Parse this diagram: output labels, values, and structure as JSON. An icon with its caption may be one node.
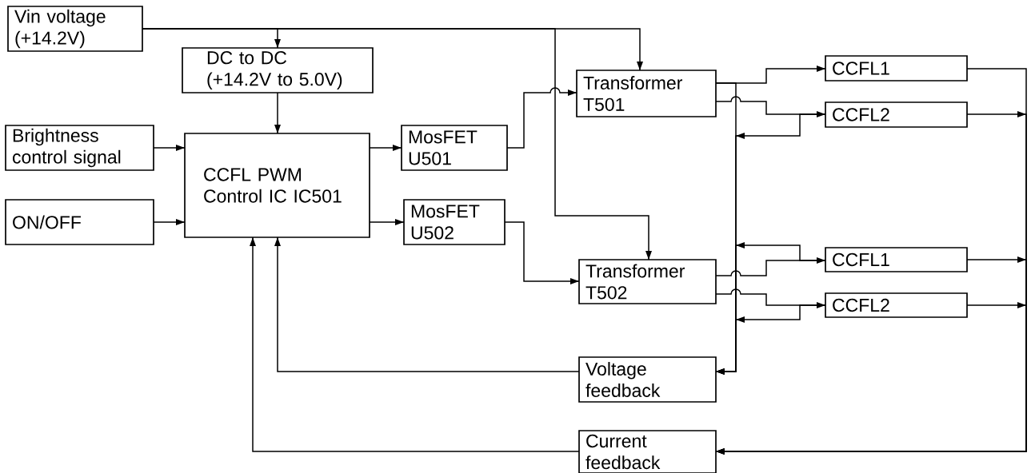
{
  "diagram": {
    "nodes": [
      {
        "text": [
          "Vin voltage (+14.2V)"
        ]
      },
      {
        "text": [
          "DC to DC (+14.2V to 5.0V)"
        ]
      },
      {
        "text": [
          "Brightness control signal"
        ]
      },
      {
        "text": [
          "CCFL PWM Control IC IC501"
        ]
      },
      {
        "text": [
          "ON/OFF"
        ]
      },
      {
        "text": [
          "MosFET U501"
        ]
      },
      {
        "text": [
          "MosFET U502"
        ]
      },
      {
        "text": [
          "Transformer T501"
        ]
      },
      {
        "text": [
          "Transformer T502"
        ]
      },
      {
        "text": [
          "CCFL1"
        ]
      },
      {
        "text": [
          "CCFL2"
        ]
      },
      {
        "text": [
          "CCFL1"
        ]
      },
      {
        "text": [
          "CCFL2"
        ]
      },
      {
        "text": [
          "Voltage feedback"
        ]
      },
      {
        "text": [
          "Current feedback"
        ]
      }
    ],
    "edges": [
      {
        "from": 0,
        "to": 1,
        "arrow": "to"
      },
      {
        "from": 0,
        "to": 7,
        "arrow": "to"
      },
      {
        "from": 0,
        "to": 8,
        "arrow": "to"
      },
      {
        "from": 1,
        "to": 3,
        "arrow": "to"
      },
      {
        "from": 2,
        "to": 3,
        "arrow": "to"
      },
      {
        "from": 4,
        "to": 3,
        "arrow": "to"
      },
      {
        "from": 3,
        "to": 5,
        "arrow": "to"
      },
      {
        "from": 3,
        "to": 6,
        "arrow": "to"
      },
      {
        "from": 5,
        "to": 7,
        "arrow": "to"
      },
      {
        "from": 6,
        "to": 8,
        "arrow": "to"
      },
      {
        "from": 7,
        "to": 9,
        "arrow": "to"
      },
      {
        "from": 7,
        "to": 10,
        "arrow": "to"
      },
      {
        "from": 8,
        "to": 11,
        "arrow": "to"
      },
      {
        "from": 8,
        "to": 12,
        "arrow": "to"
      },
      {
        "from": 7,
        "to": 13,
        "arrow": "to"
      },
      {
        "from": 10,
        "to": 13,
        "arrow": "to"
      },
      {
        "from": 11,
        "to": 13,
        "arrow": "to"
      },
      {
        "from": 12,
        "to": 13,
        "arrow": "to"
      },
      {
        "from": 9,
        "to": 14,
        "arrow": "to"
      },
      {
        "from": 10,
        "to": 14,
        "arrow": "to"
      },
      {
        "from": 11,
        "to": 14,
        "arrow": "to"
      },
      {
        "from": 12,
        "to": 14,
        "arrow": "to"
      },
      {
        "from": 13,
        "to": 3,
        "arrow": "to"
      },
      {
        "from": 14,
        "to": 3,
        "arrow": "to"
      }
    ]
  }
}
